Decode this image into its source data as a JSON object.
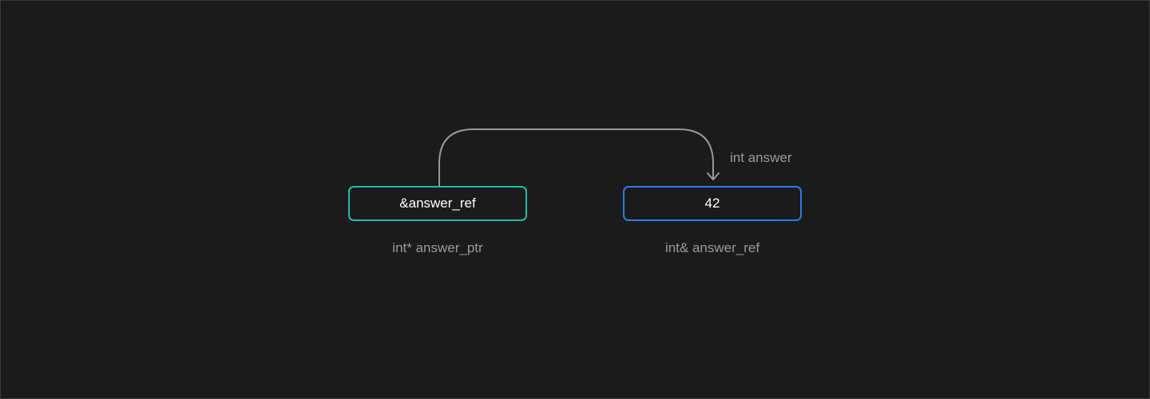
{
  "diagram": {
    "pointer_box": {
      "value": "&answer_ref",
      "caption": "int* answer_ptr",
      "border_color": "#1fbfa5"
    },
    "reference_box": {
      "value": "42",
      "caption": "int& answer_ref",
      "border_color": "#2a7be6"
    },
    "target_label": "int answer",
    "arrow_color": "#9a9a9a",
    "background": "#1b1b1b"
  }
}
